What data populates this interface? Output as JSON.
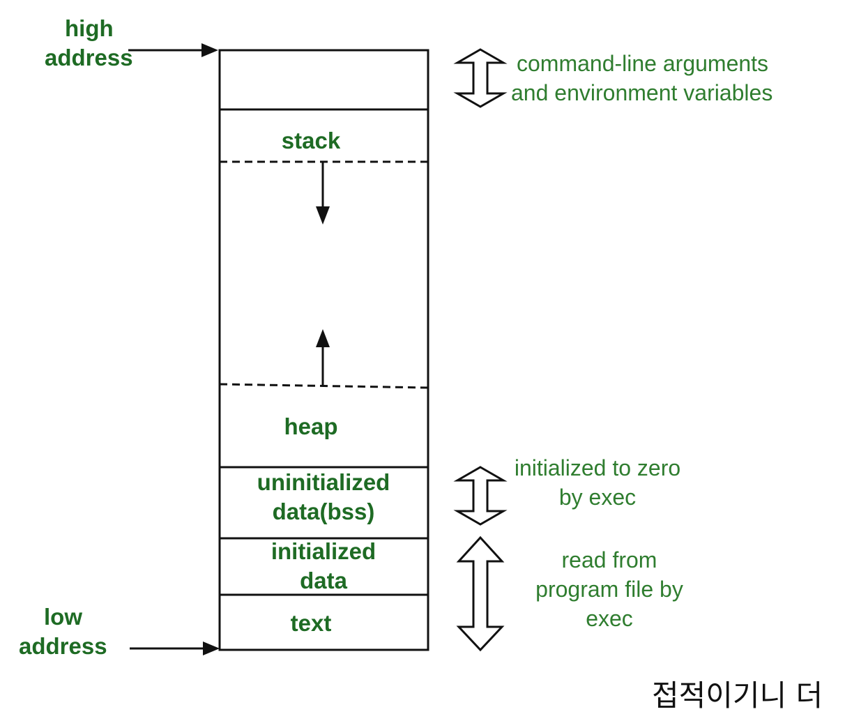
{
  "colors": {
    "label": "#1e6b24",
    "note": "#2f7d2f",
    "line": "#111111",
    "background": "#ffffff"
  },
  "labels": {
    "high_address": [
      "high",
      "address"
    ],
    "low_address": [
      "low",
      "address"
    ],
    "stack": "stack",
    "heap": "heap",
    "bss": [
      "uninitialized",
      "data(bss)"
    ],
    "init_data": [
      "initialized",
      "data"
    ],
    "text": "text"
  },
  "notes": {
    "args": [
      "command-line arguments",
      "and environment variables"
    ],
    "zero": [
      "initialized to zero",
      "by exec"
    ],
    "read": [
      "read from",
      "program file by",
      "exec"
    ]
  },
  "subtitle": "접적이기니 더"
}
